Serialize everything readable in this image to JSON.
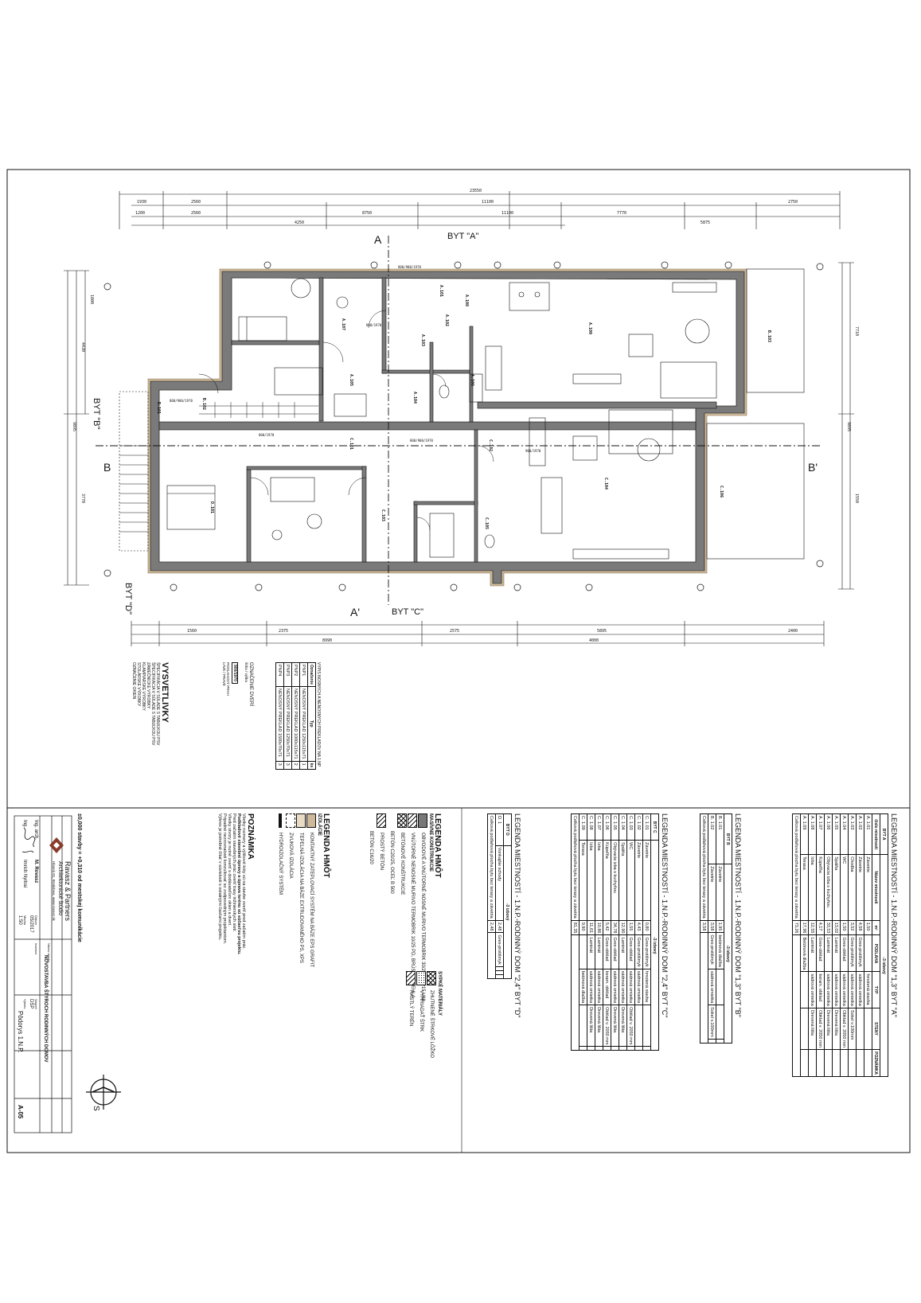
{
  "drawing": {
    "overall_dimension": "23550",
    "dims_top_row1": [
      "1930",
      "2560",
      "11100",
      "2750"
    ],
    "dims_top_row2": [
      "1200",
      "2560",
      "4250",
      "8750",
      "11100",
      "7770",
      "5875"
    ],
    "dims_bottom_row1": [
      "1560",
      "2375",
      "2575",
      "5895",
      "2400"
    ],
    "dims_bottom_row2": [
      "8990",
      "4000"
    ],
    "dims_left": [
      "9895",
      "4430",
      "1800",
      "3770"
    ],
    "dims_right": [
      "9895",
      "7710",
      "1550"
    ],
    "section_a_top": "A",
    "section_a_bottom": "A'",
    "section_b_left": "B",
    "section_b_right": "B'",
    "flat_labels": [
      "BYT \"A\"",
      "BYT \"B\"",
      "BYT \"C\"",
      "BYT \"D\""
    ],
    "room_labels": [
      "A.101",
      "A.102",
      "A.103",
      "A.104",
      "A.105",
      "A.106",
      "A.107",
      "A.108",
      "A.109",
      "B.101",
      "B.102",
      "B.103",
      "C.101",
      "C.102",
      "C.103",
      "C.104",
      "C.105",
      "C.106",
      "D.101"
    ],
    "door_tags": [
      "800/900/1970",
      "900/1970",
      "800/1970"
    ]
  },
  "legend_rooms": {
    "title": "LEGENDA MIESTNOSTÍ - 1.N.P.-RODINNÝ DOM \"1,3\" BYT \"A\"",
    "title_b": "LEGENDA MIESTNOSTÍ - 1.N.P.-RODINNÝ DOM \"1,3\" BYT \"B\"",
    "title_c": "LEGENDA MIESTNOSTÍ - 1.N.P.-RODINNÝ DOM \"2,4\" BYT \"C\"",
    "title_d": "LEGENDA MIESTNOSTÍ - 1.N.P.-RODINNÝ DOM \"2,4\" BYT \"D\"",
    "headers": [
      "číslo miestnosti",
      "Názov miestnosti",
      "m²",
      "PODLAHA",
      "TYP",
      "STENY",
      "POZNÁMKA"
    ],
    "flat_a": {
      "name": "BYT A",
      "rooms_label": "-3 izbový",
      "rows": [
        [
          "A. 1.01",
          "Závetrie",
          "1,50",
          "",
          "hmotená stavba",
          "",
          ""
        ],
        [
          "A. 1.02",
          "Závetrie",
          "4,58",
          "Gres-protišmyk",
          "sádrová omietka",
          "",
          ""
        ],
        [
          "A. 1.03",
          "Chodba",
          "3,52",
          "Gres-protišmyk",
          "sádrová omietka",
          "Sokel v.100mm",
          ""
        ],
        [
          "A. 1.04",
          "WC",
          "1,50",
          "Gres-obklad",
          "sádrová omietka",
          "Obklad v. 2050 mm",
          ""
        ],
        [
          "A. 1.05",
          "Spálňa",
          "13,02",
          "Laminát",
          "sádrová omietka",
          "Drevená lišta",
          ""
        ],
        [
          "A. 1.06",
          "Obývacia izba s kuchyňou",
          "33,53",
          "Laminát",
          "sádrová omietka",
          "Drevená lišta",
          ""
        ],
        [
          "A. 1.07",
          "Kúpeľňa",
          "4,17",
          "Gres-obklad",
          "keram. obklad",
          "Obklad v. 2050 mm",
          ""
        ],
        [
          "A. 1.08",
          "Izba",
          "12,55",
          "Laminát",
          "sádrová omietka",
          "Drevená lišta",
          ""
        ],
        [
          "A. 1.09",
          "Terasa",
          "17,96",
          "Betónová dlažba",
          "",
          "",
          ""
        ]
      ],
      "total_label": "Celková podlahová plocha bytu bez terasy a závetria",
      "total": "73,26"
    },
    "flat_b": {
      "name": "BYT B",
      "rooms_label": "-3 izbový",
      "rows": [
        [
          "B. 1.01",
          "Závetrie",
          "1,95",
          "betónová dlažba",
          "",
          "",
          ""
        ],
        [
          "B. 1.02",
          "Závetrie",
          "3,58",
          "Gres-protišmyk",
          "sádrová omietka",
          "Sokel v.100mm",
          ""
        ]
      ],
      "total_label": "Celková podlahová plocha bytu bez terasy a závetria",
      "total": "3,58"
    },
    "flat_c": {
      "name": "BYT C",
      "rooms_label": "-3 izbový",
      "rows": [
        [
          "C. 1.01",
          "Závetrie",
          "0,80",
          "Gres-protišmyk",
          "hmotená stavba",
          "",
          ""
        ],
        [
          "C. 1.02",
          "Závetrie",
          "4,43",
          "Gres-protišmyk",
          "sádrová omietka",
          "",
          ""
        ],
        [
          "C. 1.03",
          "WC",
          "1,55",
          "Gres-obklad",
          "sádrová omietka",
          "Obklad v. 2050 mm",
          ""
        ],
        [
          "C. 1.04",
          "Spálňa",
          "12,90",
          "Laminát",
          "sádrová omietka",
          "Drevená lišta",
          ""
        ],
        [
          "C. 1.05",
          "Obývacia izba s kuchyňou",
          "34,78",
          "Gres-obklad",
          "sádrová omietka",
          "Drevená lišta",
          ""
        ],
        [
          "C. 1.06",
          "Kúpeľňa",
          "5,42",
          "Gres-obklad",
          "keram. obklad",
          "Obklad v. 2050 mm",
          ""
        ],
        [
          "C. 1.07",
          "Izba",
          "10,86",
          "Laminát",
          "sádrová omietka",
          "Drevená lišta",
          ""
        ],
        [
          "C. 1.08",
          "Izba",
          "11,61",
          "Laminát",
          "sádrová omietka",
          "Drevená lišta",
          ""
        ],
        [
          "C. 1.09",
          "Terasa",
          "9,90",
          "",
          "betónová dlažba",
          "",
          ""
        ]
      ],
      "total_label": "Celková podlahová plocha bytu bez terasy a závetria",
      "total": "81,35"
    },
    "flat_d": {
      "name": "BYT D",
      "rooms_label": "-3 izbový",
      "rows": [
        [
          "D. 1",
          "Vonkajšie schody",
          "2,48",
          "Gres-protišmyk",
          "",
          "",
          ""
        ]
      ],
      "total_label": "Celková podlahová plocha bytu bez terasy a závetria",
      "total": "2,48"
    }
  },
  "legend_materials": {
    "title": "LEGENDA HMÔT",
    "subtitle": "MASÍVNE KONŠTRUKCIE",
    "items": [
      "OBVODOVÉ A VNÚTORNÉ NOSNÉ MURIVO TERMOBRIK 30/24 PD P15 UNI",
      "VNÚTORNÉ NENOSNÉ MURIVO TERMOBRIK 10/25 PD, BRÚSENÁ TEHLA",
      "BETÓNOVÉ KONŠTRUKCIE",
      "BETÓN C20/25, OCEĽ B 500",
      "PROSTÝ BETÓN",
      "BETÓN C16/20"
    ],
    "secondary_title": "SYPKÉ MATERIÁLY",
    "secondary_items": [
      "ZHUTNENÉ ŠTRKOVÉ LÔŽKO",
      "VYHRIADAŤ ŠTRK",
      "RASTLÝ TERÉN"
    ]
  },
  "legend_insulation": {
    "title": "LEGENDA HMÔT",
    "subtitle": "IZOLÁCIE",
    "items": [
      "KONTAKTNÝ ZATEPLOVACÍ SYSTÉM NA BÁZE EPS GRAFIT",
      "TEPELNÁ IZOLÁCIA NA BÁZE EXTRUDOVANÉHO PS, XPS",
      "ZVUKOVÁ IZOLÁCIA",
      "HYDROIZOLAČNÝ SYSTÉM"
    ]
  },
  "notes": {
    "title": "POZNÁMKA",
    "lines": [
      "Všetky rozmery a výškové kóty sú na stavbe overiť pred začatím prác.",
      "Podkladové stavebné úpravy a úprava terénu sú súčasťou projektu.",
      "Pred začatím stavebných prác overiť trasy inžinierskych sietí.",
      "Všetky otvory je nutné overiť s dodávateľom okien a dverí.",
      "Prípadné nezrovnalosti konzultovať so zodpovedným projektantom.",
      "Výkres je potrebné čítať v súvislosti s ostatnými časťami projektu."
    ],
    "bold_line": "±0,000 stavby = +0,310 od mestskej komunikácie"
  },
  "vysvetlivky": {
    "title": "VYSVETLIVKY",
    "lines": [
      "ŠPECIFIKÁCIA V SÚLADE S TABUĽKOU PSV",
      "ŠPECIFIKÁCIA V SÚLADE S TABUĽKOU PSV",
      "ZÁMEČNÍCKE VÝROBKY",
      "KLAMPIARSKE VÝROBKY",
      "STOLÁRSKE VÝROBKY",
      "OZNAČENIE OKIEN"
    ]
  },
  "door_key": {
    "title": "OZNAČENIE DVERÍ",
    "lines": [
      "šírka / výška",
      "900/1970",
      "PODLAHOVÝ PRAH",
      "ĽAVÉ / PRAVÉ"
    ]
  },
  "lintel_table": {
    "title": "VÝPIS NOSNÝCH A NENOSNÝCH PREKLADOV NA 1.NP",
    "headers": [
      "Označenie",
      "Typ",
      "ks"
    ],
    "rows": [
      [
        "PNP1",
        "NENOSNÝ PREKLAD 1250x115x71",
        "1"
      ],
      [
        "PNP2",
        "NENOSNÝ PREKLAD 1000x115x71",
        "2"
      ],
      [
        "PNP3",
        "NENOSNÝ PREKLAD 1250x70x71",
        "3"
      ],
      [
        "PNP4",
        "NENOSNÝ PREKLAD 1500x70x71",
        "3"
      ]
    ]
  },
  "title_block": {
    "firm": "Ravasz & Partners",
    "firm_sub": "Architektonické štúdio",
    "firm_addr": "Hlavná 81, Bratislava, www.ravasz.sk",
    "project_label": "Názov stavby",
    "project": "NOVOSTAVBA ŠTYROCH RODINNÝCH DOMOV",
    "investor_label": "Investor",
    "author_label": "Ing. arch.",
    "author": "M. Rovasz",
    "drawn_label": "Ing.",
    "drawn": "Imrich Nyitrai",
    "date_label": "Dátum",
    "date": "05/2017",
    "scale_label": "Mierka",
    "scale": "1:50",
    "stage_label": "Stupeň",
    "stage": "DSP",
    "drawing_label": "Výkres",
    "drawing": "Pôdorys 1.N.P.",
    "number": "A-05"
  },
  "north": {
    "label": "S"
  }
}
